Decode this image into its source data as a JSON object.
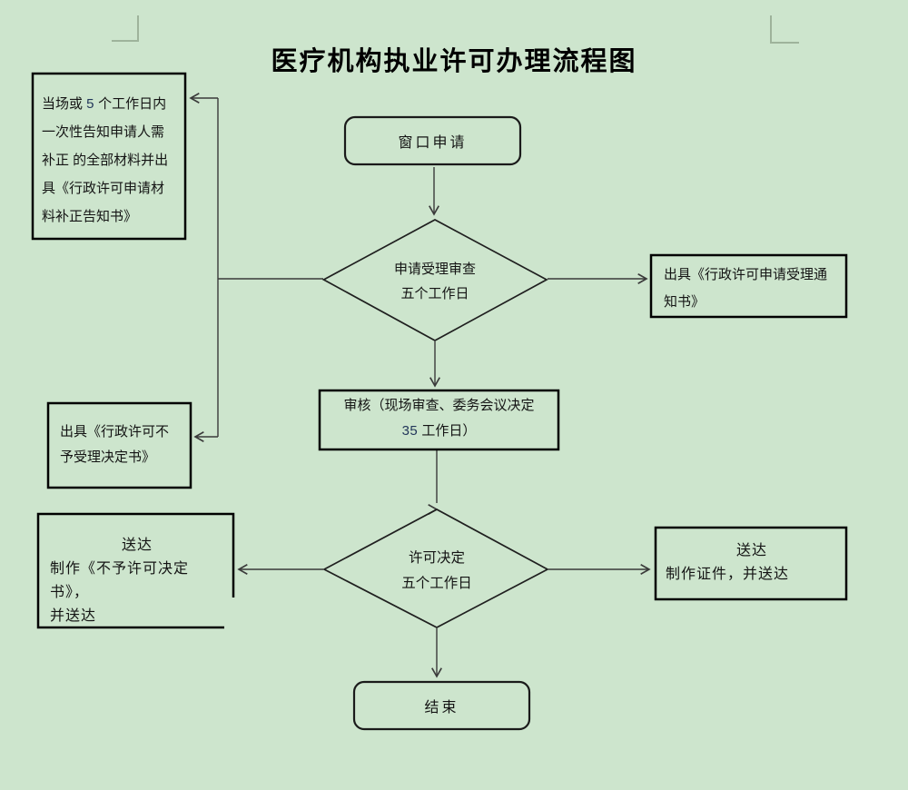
{
  "page": {
    "title": "医疗机构执业许可办理流程图",
    "background_color": "#cde5cd",
    "corner_mark_color": "#9eb39b",
    "connector_color": "#3a3a3a",
    "number_color": "#22365a"
  },
  "nodes": {
    "start": {
      "label": "窗口申请"
    },
    "notice_box": {
      "line1_prefix": "当场或 ",
      "line1_num": "5",
      "line1_suffix": " 个工作日内",
      "line2": "一次性告知申请人需",
      "line3": "补正 的全部材料并出",
      "line4": "具《行政许可申请材",
      "line5": "料补正告知书》"
    },
    "decision1": {
      "line1": "申请受理审查",
      "line2": "五个工作日"
    },
    "accept_notice": {
      "line1": "出具《行政许可申请受理通",
      "line2": "知书》"
    },
    "reject_box": {
      "line1": "出具《行政许可不",
      "line2": "予受理决定书》"
    },
    "review": {
      "line1": "审核（现场审查、委务会议决定",
      "line2_num": "35",
      "line2_suffix": " 工作日）"
    },
    "decision2": {
      "line1": "许可决定",
      "line2": "五个工作日"
    },
    "deny_deliver": {
      "line1": "送达",
      "line2": "制作《不予许可决定书》，",
      "line3": "并送达"
    },
    "grant_deliver": {
      "line1": "送达",
      "line2": "制作证件，并送达"
    },
    "end": {
      "label": "结束"
    }
  }
}
